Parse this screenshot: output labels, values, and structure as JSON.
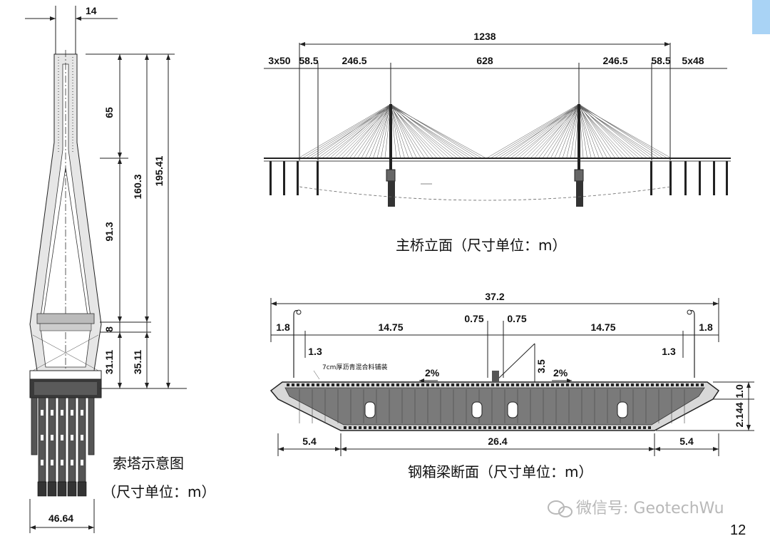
{
  "accent_color": "#a9d3f5",
  "tower": {
    "caption_line1": "索塔示意图",
    "caption_line2": "（尺寸单位：m）",
    "dim_top_width": "14",
    "dim_65": "65",
    "dim_91_3": "91.3",
    "dim_8": "8",
    "dim_31_11": "31.11",
    "dim_160_3": "160.3",
    "dim_35_11": "35.11",
    "dim_195_41": "195.41",
    "dim_base_width": "46.64"
  },
  "elevation": {
    "caption": "主桥立面（尺寸单位：m）",
    "total": "1238",
    "spans": [
      "3x50",
      "58.5",
      "246.5",
      "628",
      "246.5",
      "58.5",
      "5x48"
    ]
  },
  "section": {
    "caption": "钢箱梁断面（尺寸单位：m）",
    "total_width": "37.2",
    "left_edge": "1.8",
    "right_edge": "1.8",
    "left_lane": "14.75",
    "right_lane": "14.75",
    "median_left": "0.75",
    "median_right": "0.75",
    "left_curb": "1.3",
    "right_curb": "1.3",
    "pavement_note": "7cm厚沥青混合料铺装",
    "slope_left": "2%",
    "slope_right": "2%",
    "height_3_5": "3.5",
    "height_1_0": "1.0",
    "height_2_144": "2.144",
    "bottom_left": "5.4",
    "bottom_center": "26.4",
    "bottom_right": "5.4"
  },
  "watermark": {
    "icon": "wechat-icon",
    "text": "微信号: GeotechWu"
  },
  "page_number": "12"
}
